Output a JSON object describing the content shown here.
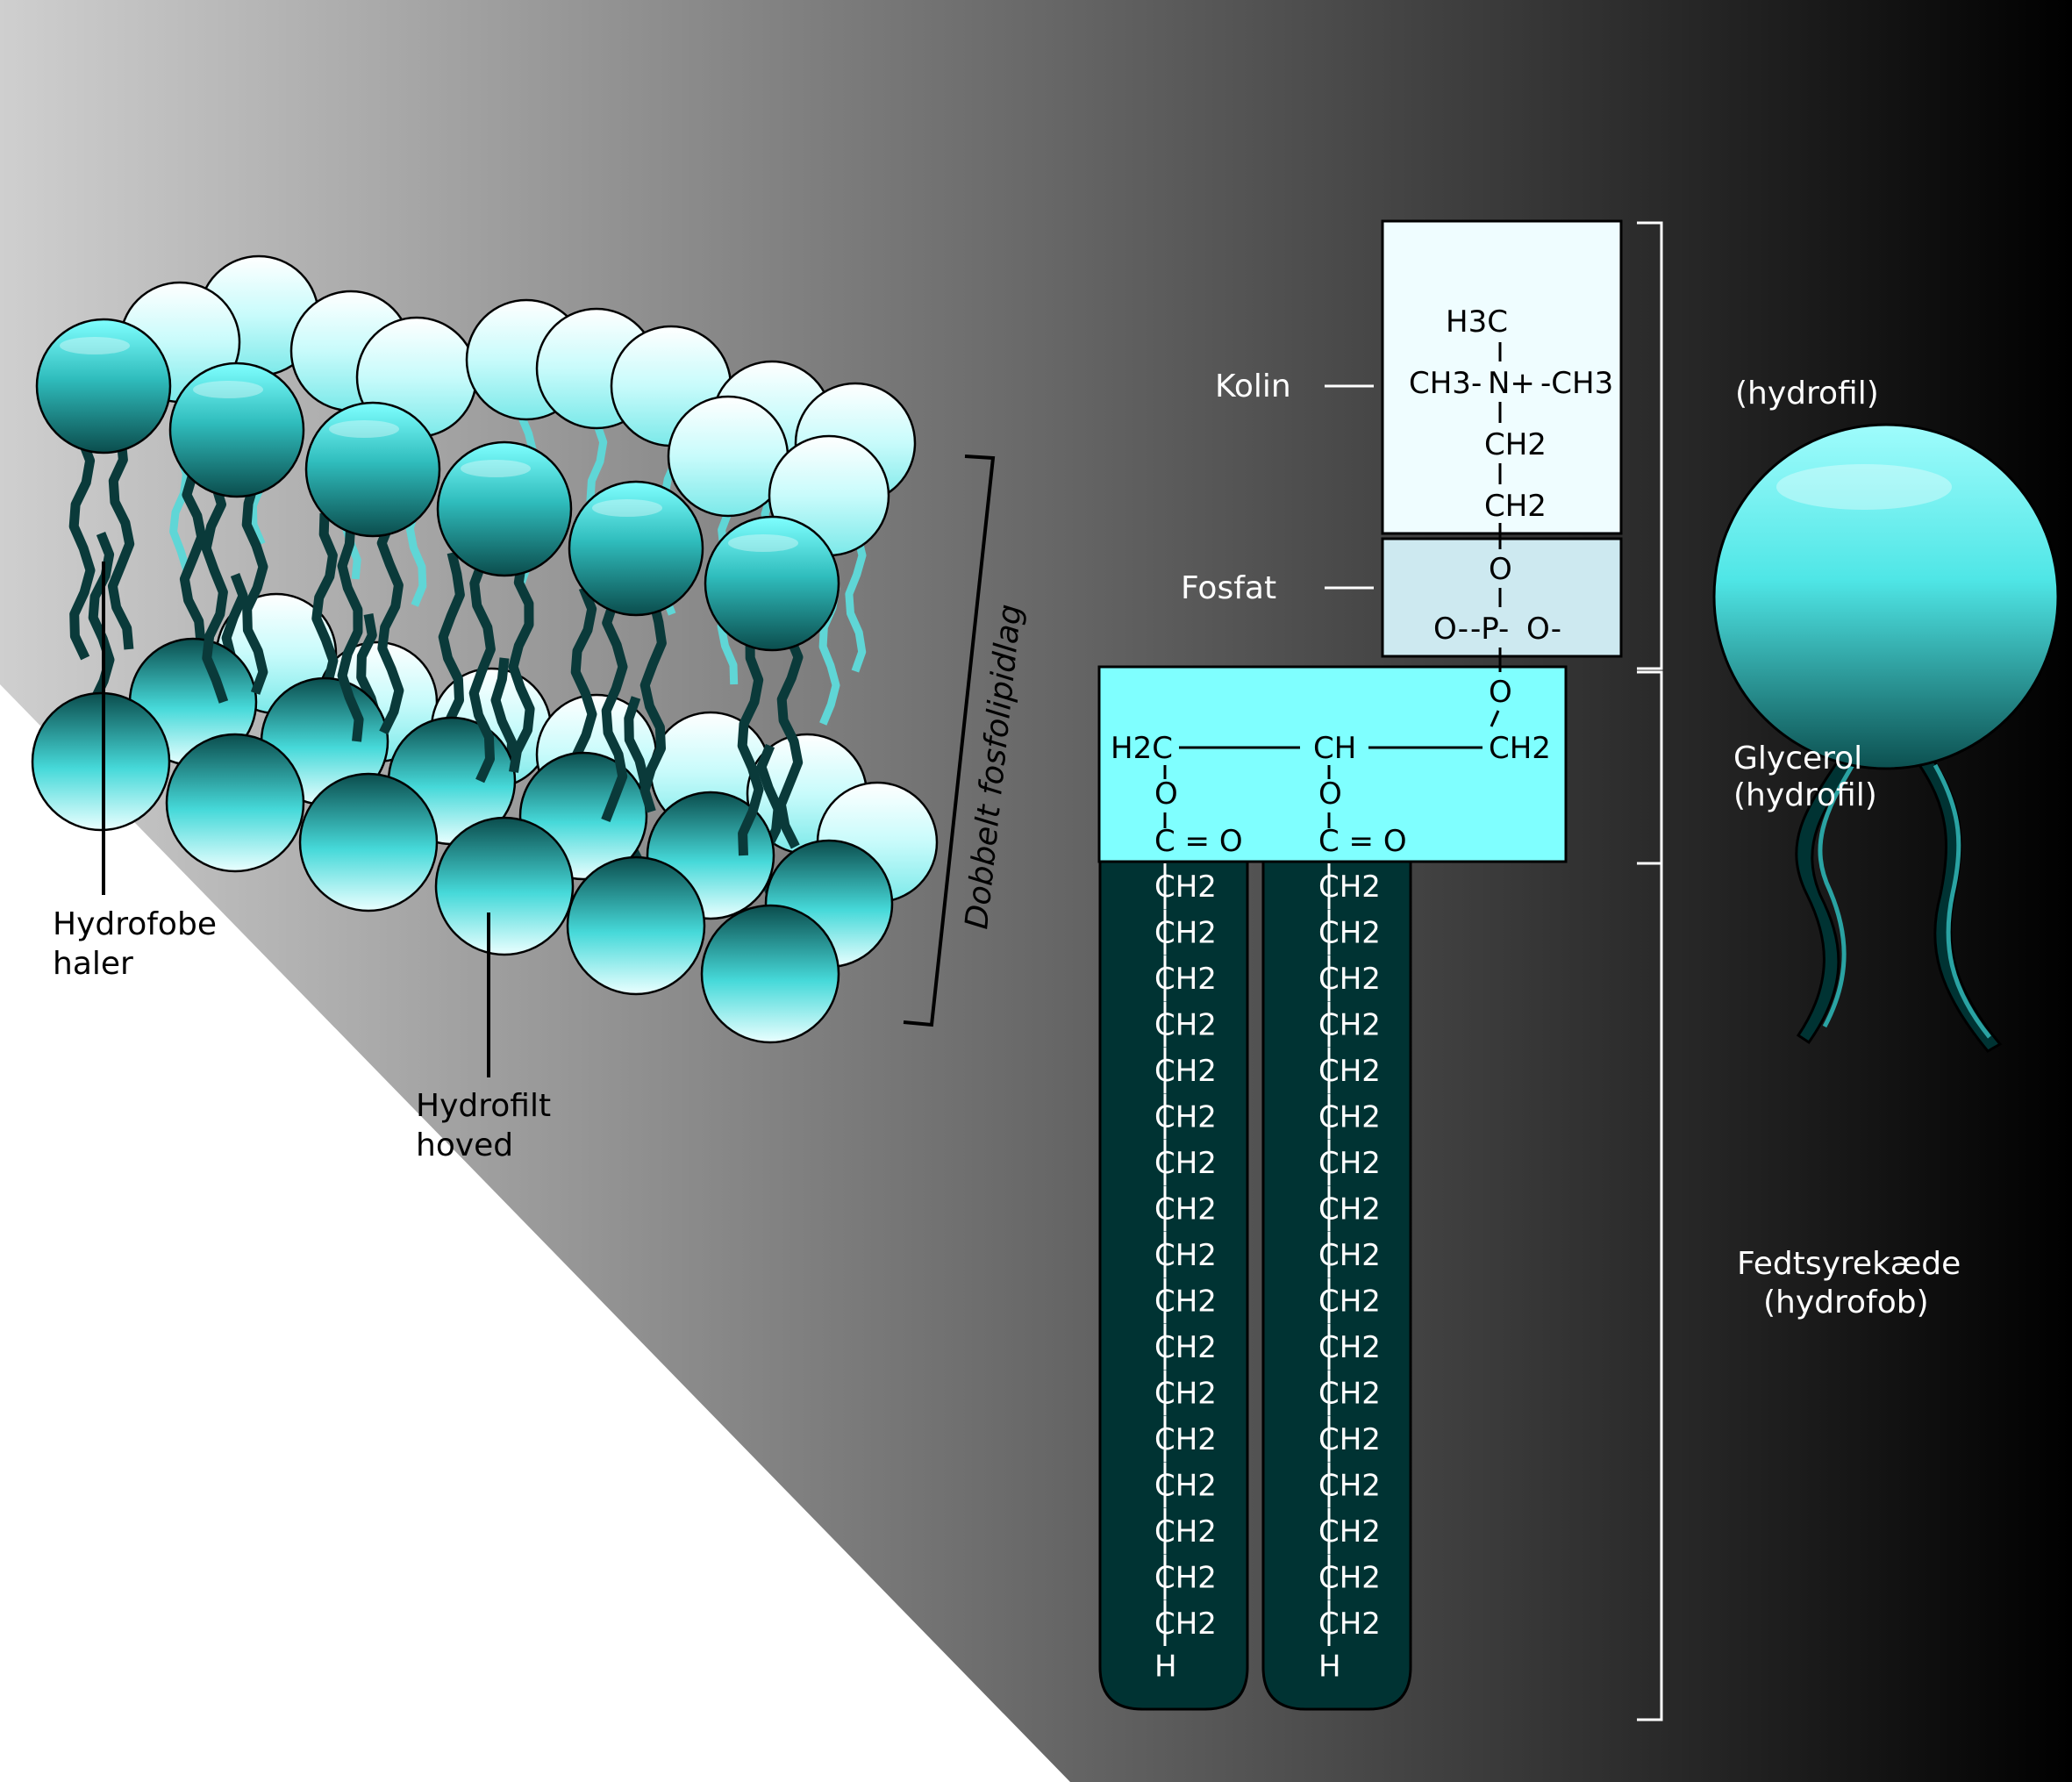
{
  "labels": {
    "hydrophobic_tails": [
      "Hydrofobe",
      "haler"
    ],
    "hydrophilic_head": [
      "Hydrofilt",
      "hoved"
    ],
    "bilayer": "Dobbelt fosfolipidlag",
    "choline": "Kolin",
    "phosphate": "Fosfat",
    "hydrophilic": "(hydrofil)",
    "glycerol": [
      "Glycerol",
      "(hydrofil)"
    ],
    "fatty_acid_chain": [
      "Fedtsyrekæde",
      "(hydrofob)"
    ]
  },
  "chemistry": {
    "choline": {
      "h3c": "H3C",
      "n_row_left": "CH3-",
      "n_row_center": "N+",
      "n_row_right": "-CH3",
      "ch2_upper": "CH2",
      "ch2_lower": "CH2"
    },
    "phosphate": {
      "o_top": "O",
      "o_minus_left": "O-",
      "p": "-P-",
      "o_minus_right": "O-"
    },
    "glycerol": {
      "o_link": "O",
      "h2c": "H2C",
      "ch": "CH",
      "ch2": "CH2",
      "ester_o": "O",
      "carbonyl": "C = O"
    },
    "chain": {
      "unit": "CH2",
      "units_per_chain": 17,
      "terminal": "H"
    }
  },
  "colors": {
    "head_cyan": "#7fffff",
    "tail_dark": "#003333",
    "phosphate_box": "#cde9f0",
    "choline_box": "#effdff",
    "glycerol_box": "#7fffff"
  }
}
